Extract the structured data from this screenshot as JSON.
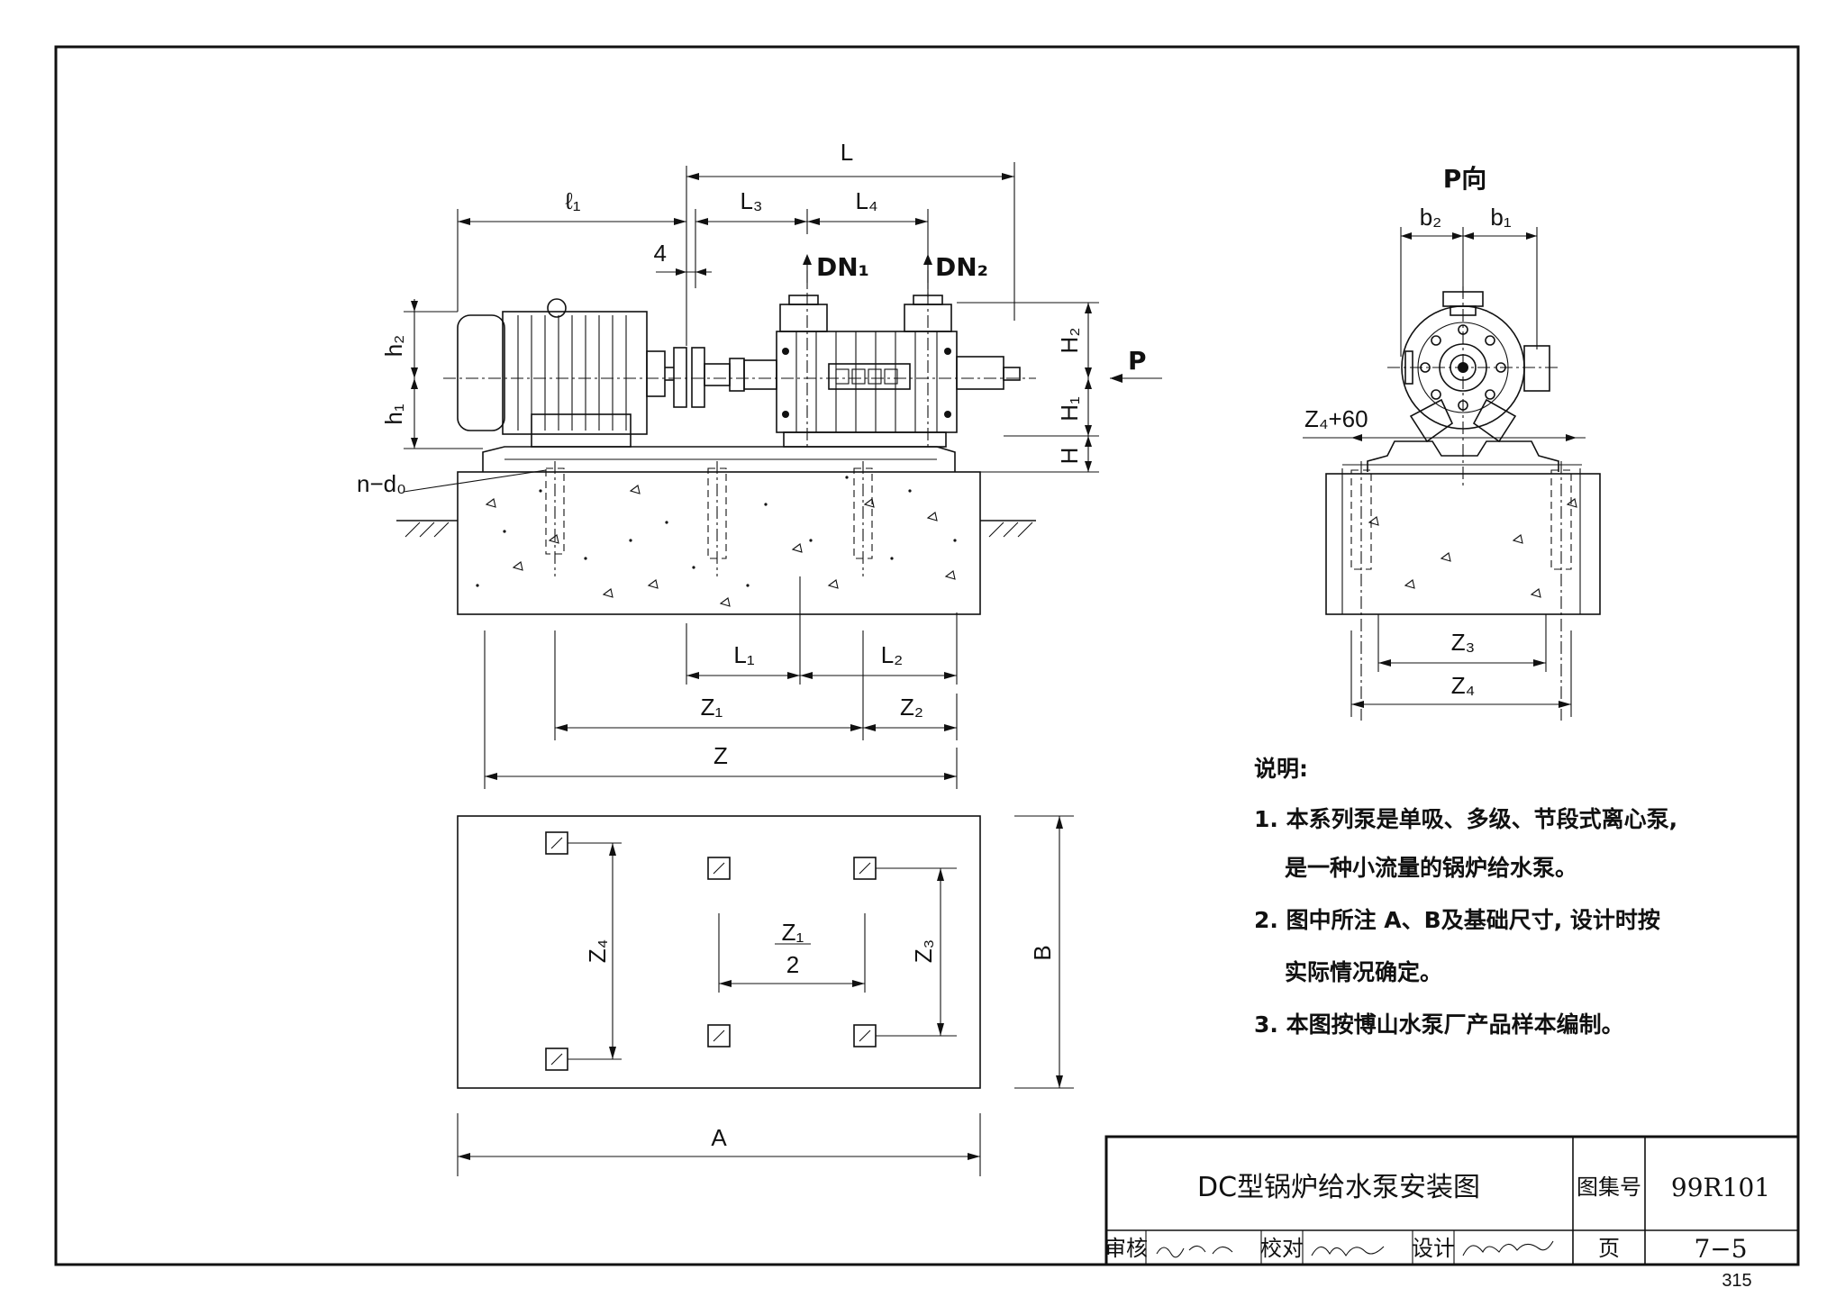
{
  "labels": {
    "L": "L",
    "l1": "ℓ₁",
    "L3": "L₃",
    "L4": "L₄",
    "gap": "4",
    "DN1": "DN₁",
    "DN2": "DN₂",
    "h2": "h₂",
    "h1": "h₁",
    "H2": "H₂",
    "H1": "H₁",
    "H": "H",
    "P": "P",
    "n_d0": "n−d₀",
    "Lp1": "L₁",
    "Lp2": "L₂",
    "Z1": "Z₁",
    "Z2": "Z₂",
    "Z": "Z",
    "Z4": "Z₄",
    "Z3": "Z₃",
    "Z1_num": "Z₁",
    "Z1_den": "2",
    "B": "B",
    "A": "A",
    "p_view": "P向",
    "b2": "b₂",
    "b1": "b₁",
    "Z4_60": "Z₄+60",
    "Z3_side": "Z₃",
    "Z4_side": "Z₄"
  },
  "notes": {
    "title": "说明:",
    "items": [
      "1. 本系列泵是单吸、多级、节段式离心泵,",
      "是一种小流量的锅炉给水泵。",
      "2. 图中所注 A、B及基础尺寸, 设计时按",
      "实际情况确定。",
      "3. 本图按博山水泵厂产品样本编制。"
    ]
  },
  "title_block": {
    "title": "DC型锅炉给水泵安装图",
    "atlas_label": "图集号",
    "atlas_no": "99R101",
    "review_label": "审核",
    "check_label": "校对",
    "design_label": "设计",
    "page_label": "页",
    "page_no": "7−5"
  },
  "page_number": "315"
}
